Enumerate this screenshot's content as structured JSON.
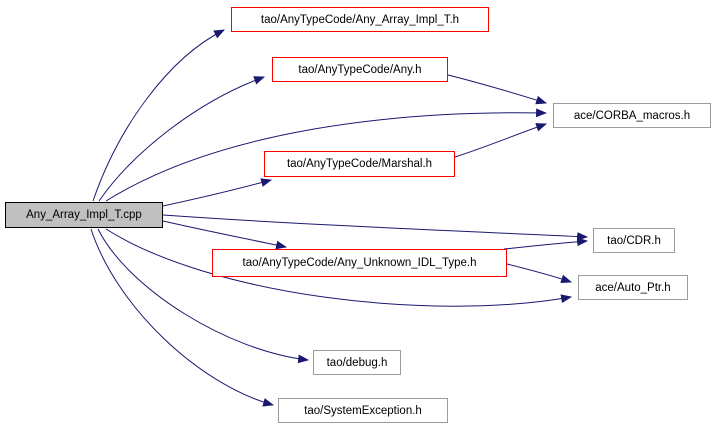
{
  "diagram": {
    "type": "include-dependency-graph",
    "colors": {
      "background": "#ffffff",
      "edge": "#191970",
      "documented_node_border": "#ff0000",
      "plain_node_border": "#9c9c9c",
      "main_node_border": "#000000",
      "main_node_fill": "#c0c0c0",
      "node_fill": "#ffffff",
      "text": "#000000"
    },
    "nodes": {
      "main": {
        "label": "Any_Array_Impl_T.cpp"
      },
      "any_array_impl_t_h": {
        "label": "tao/AnyTypeCode/Any_Array_Impl_T.h"
      },
      "any_h": {
        "label": "tao/AnyTypeCode/Any.h"
      },
      "corba_macros_h": {
        "label": "ace/CORBA_macros.h"
      },
      "marshal_h": {
        "label": "tao/AnyTypeCode/Marshal.h"
      },
      "cdr_h": {
        "label": "tao/CDR.h"
      },
      "any_unknown_idl_type_h": {
        "label": "tao/AnyTypeCode/Any_Unknown_IDL_Type.h"
      },
      "auto_ptr_h": {
        "label": "ace/Auto_Ptr.h"
      },
      "debug_h": {
        "label": "tao/debug.h"
      },
      "system_exception_h": {
        "label": "tao/SystemException.h"
      }
    },
    "edges": [
      {
        "from": "Any_Array_Impl_T.cpp",
        "to": "tao/AnyTypeCode/Any_Array_Impl_T.h"
      },
      {
        "from": "Any_Array_Impl_T.cpp",
        "to": "tao/AnyTypeCode/Any.h"
      },
      {
        "from": "Any_Array_Impl_T.cpp",
        "to": "ace/CORBA_macros.h"
      },
      {
        "from": "Any_Array_Impl_T.cpp",
        "to": "tao/AnyTypeCode/Marshal.h"
      },
      {
        "from": "Any_Array_Impl_T.cpp",
        "to": "tao/CDR.h"
      },
      {
        "from": "Any_Array_Impl_T.cpp",
        "to": "tao/AnyTypeCode/Any_Unknown_IDL_Type.h"
      },
      {
        "from": "Any_Array_Impl_T.cpp",
        "to": "ace/Auto_Ptr.h"
      },
      {
        "from": "Any_Array_Impl_T.cpp",
        "to": "tao/debug.h"
      },
      {
        "from": "Any_Array_Impl_T.cpp",
        "to": "tao/SystemException.h"
      },
      {
        "from": "tao/AnyTypeCode/Any.h",
        "to": "ace/CORBA_macros.h"
      },
      {
        "from": "tao/AnyTypeCode/Marshal.h",
        "to": "ace/CORBA_macros.h"
      },
      {
        "from": "tao/AnyTypeCode/Any_Unknown_IDL_Type.h",
        "to": "tao/CDR.h"
      },
      {
        "from": "tao/AnyTypeCode/Any_Unknown_IDL_Type.h",
        "to": "ace/Auto_Ptr.h"
      }
    ]
  }
}
